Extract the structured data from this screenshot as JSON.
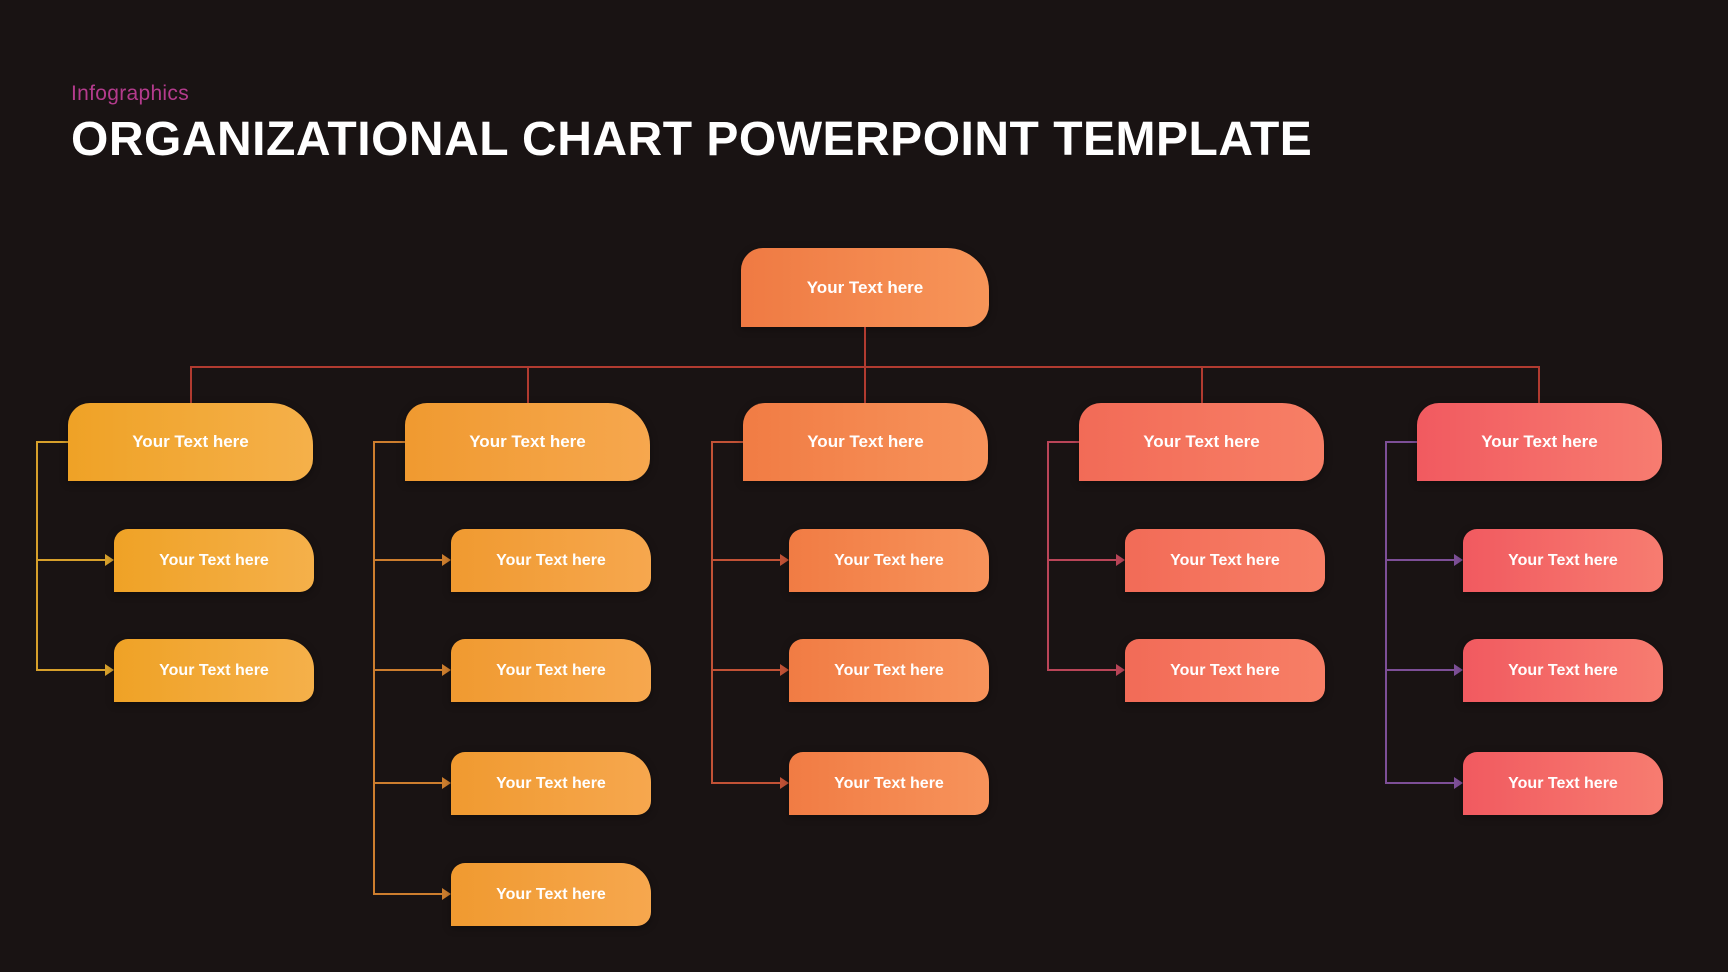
{
  "colors": {
    "background": "#191313",
    "eyebrow": "#b43b8d",
    "title": "#ffffff",
    "top_connector": "#b13b30",
    "node_text": "#ffffff"
  },
  "header": {
    "eyebrow": "Infographics",
    "title": "ORGANIZATIONAL CHART POWERPOINT TEMPLATE"
  },
  "chart_data": {
    "type": "org-chart",
    "root": {
      "label": "Your Text here",
      "color_a": "#ef7a43",
      "color_b": "#f79559"
    },
    "columns": [
      {
        "header": {
          "label": "Your Text here"
        },
        "children": [
          {
            "label": "Your Text here"
          },
          {
            "label": "Your Text here"
          }
        ],
        "color_a": "#efa226",
        "color_b": "#f5b04a",
        "line_color": "#d7a02b"
      },
      {
        "header": {
          "label": "Your Text here"
        },
        "children": [
          {
            "label": "Your Text here"
          },
          {
            "label": "Your Text here"
          },
          {
            "label": "Your Text here"
          },
          {
            "label": "Your Text here"
          }
        ],
        "color_a": "#f09a30",
        "color_b": "#f6a74e",
        "line_color": "#cd7e2e"
      },
      {
        "header": {
          "label": "Your Text here"
        },
        "children": [
          {
            "label": "Your Text here"
          },
          {
            "label": "Your Text here"
          },
          {
            "label": "Your Text here"
          }
        ],
        "color_a": "#f17c44",
        "color_b": "#f7935b",
        "line_color": "#c25236"
      },
      {
        "header": {
          "label": "Your Text here"
        },
        "children": [
          {
            "label": "Your Text here"
          },
          {
            "label": "Your Text here"
          }
        ],
        "color_a": "#f26b57",
        "color_b": "#f77f66",
        "line_color": "#ba4558"
      },
      {
        "header": {
          "label": "Your Text here"
        },
        "children": [
          {
            "label": "Your Text here"
          },
          {
            "label": "Your Text here"
          },
          {
            "label": "Your Text here"
          }
        ],
        "color_a": "#f15a60",
        "color_b": "#f77c70",
        "line_color": "#7d4f97"
      }
    ]
  }
}
